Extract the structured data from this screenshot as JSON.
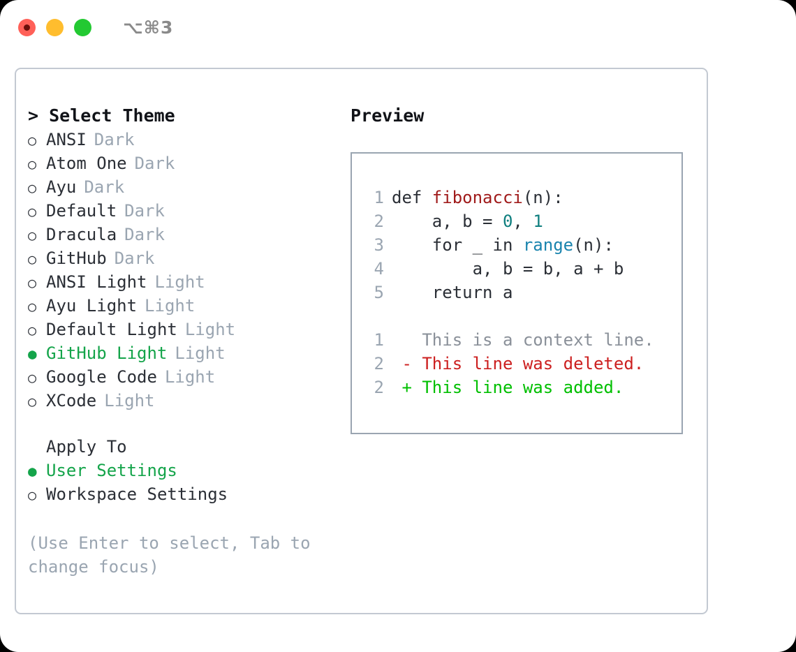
{
  "titlebar": {
    "shortcut": "⌥⌘3",
    "buttons": [
      {
        "name": "close",
        "color": "#ff6058"
      },
      {
        "name": "minimize",
        "color": "#ffbd2e"
      },
      {
        "name": "zoom",
        "color": "#23c932"
      }
    ]
  },
  "theme_picker": {
    "heading": "> Select Theme",
    "bullet_selected": "●",
    "bullet_unselected": "○",
    "items": [
      {
        "name": "ANSI",
        "variant": "Dark",
        "selected": false
      },
      {
        "name": "Atom One",
        "variant": "Dark",
        "selected": false
      },
      {
        "name": "Ayu",
        "variant": "Dark",
        "selected": false
      },
      {
        "name": "Default",
        "variant": "Dark",
        "selected": false
      },
      {
        "name": "Dracula",
        "variant": "Dark",
        "selected": false
      },
      {
        "name": "GitHub",
        "variant": "Dark",
        "selected": false
      },
      {
        "name": "ANSI Light",
        "variant": "Light",
        "selected": false
      },
      {
        "name": "Ayu Light",
        "variant": "Light",
        "selected": false
      },
      {
        "name": "Default Light",
        "variant": "Light",
        "selected": false
      },
      {
        "name": "GitHub Light",
        "variant": "Light",
        "selected": true
      },
      {
        "name": "Google Code",
        "variant": "Light",
        "selected": false
      },
      {
        "name": "XCode",
        "variant": "Light",
        "selected": false
      }
    ]
  },
  "apply_to": {
    "heading": "Apply To",
    "options": [
      {
        "name": "User Settings",
        "selected": true
      },
      {
        "name": "Workspace Settings",
        "selected": false
      }
    ]
  },
  "hint": "(Use Enter to select, Tab to change focus)",
  "preview": {
    "heading": "Preview",
    "code_lines": [
      {
        "no": "1",
        "spans": [
          {
            "t": "def ",
            "c": "plain"
          },
          {
            "t": "fibonacci",
            "c": "fn"
          },
          {
            "t": "(n):",
            "c": "plain"
          }
        ]
      },
      {
        "no": "2",
        "spans": [
          {
            "t": "    a, b = ",
            "c": "plain"
          },
          {
            "t": "0",
            "c": "num"
          },
          {
            "t": ", ",
            "c": "plain"
          },
          {
            "t": "1",
            "c": "num"
          }
        ]
      },
      {
        "no": "3",
        "spans": [
          {
            "t": "    for _ in ",
            "c": "plain"
          },
          {
            "t": "range",
            "c": "call"
          },
          {
            "t": "(n):",
            "c": "plain"
          }
        ]
      },
      {
        "no": "4",
        "spans": [
          {
            "t": "        a, b = b, a + b",
            "c": "plain"
          }
        ]
      },
      {
        "no": "5",
        "spans": [
          {
            "t": "    return a",
            "c": "plain"
          }
        ]
      }
    ],
    "diff_lines": [
      {
        "no": "1",
        "spans": [
          {
            "t": "   This is a context line.",
            "c": "ctx"
          }
        ]
      },
      {
        "no": "2",
        "spans": [
          {
            "t": " - This line was deleted.",
            "c": "del"
          }
        ]
      },
      {
        "no": "2",
        "spans": [
          {
            "t": " + This line was added.",
            "c": "add"
          }
        ]
      }
    ]
  },
  "colors": {
    "accent_green": "#14a44a",
    "diff_add": "#00bf00",
    "diff_del": "#cc1f1f",
    "function_red": "#a01b1b",
    "number_teal": "#0f7f7f",
    "call_blue": "#1a84ae",
    "muted": "#9aa5b1",
    "text": "#2b2f36",
    "border": "#c3c9d2",
    "panel_border": "#9aa5b1"
  }
}
